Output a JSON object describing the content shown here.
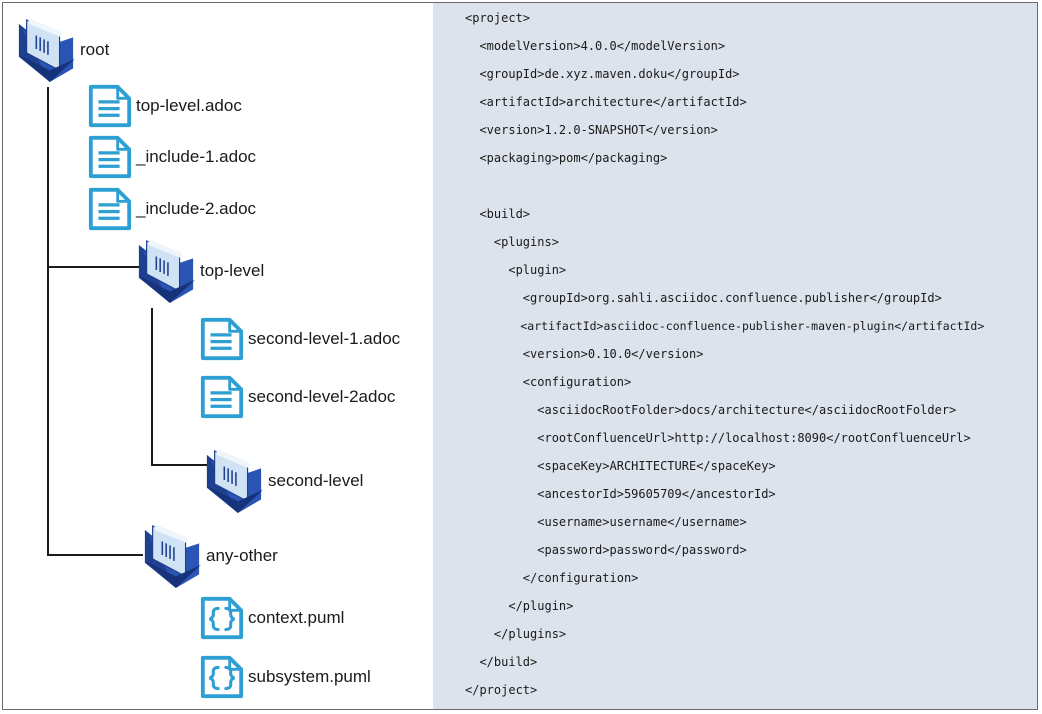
{
  "tree": {
    "root": "root",
    "files": {
      "top_level_adoc": "top-level.adoc",
      "include_1": "_include-1.adoc",
      "include_2": "_include-2.adoc",
      "second_level_1": "second-level-1.adoc",
      "second_level_2": "second-level-2adoc",
      "context_puml": "context.puml",
      "subsystem_puml": "subsystem.puml"
    },
    "folders": {
      "top_level": "top-level",
      "second_level": "second-level",
      "any_other": "any-other"
    }
  },
  "pom": {
    "lines": [
      "<project>",
      "  <modelVersion>4.0.0</modelVersion>",
      "  <groupId>de.xyz.maven.doku</groupId>",
      "  <artifactId>architecture</artifactId>",
      "  <version>1.2.0-SNAPSHOT</version>",
      "  <packaging>pom</packaging>",
      "",
      "  <build>",
      "    <plugins>",
      "      <plugin>",
      "        <groupId>org.sahli.asciidoc.confluence.publisher</groupId>",
      "        <artifactId>asciidoc-confluence-publisher-maven-plugin</artifactId>",
      "        <version>0.10.0</version>",
      "        <configuration>",
      "          <asciidocRootFolder>docs/architecture</asciidocRootFolder>",
      "          <rootConfluenceUrl>http://localhost:8090</rootConfluenceUrl>",
      "          <spaceKey>ARCHITECTURE</spaceKey>",
      "          <ancestorId>59605709</ancestorId>",
      "          <username>username</username>",
      "          <password>password</password>",
      "        </configuration>",
      "      </plugin>",
      "    </plugins>",
      "  </build>",
      "</project>"
    ]
  },
  "colors": {
    "folder_dark": "#1f3f8f",
    "folder_light": "#cfe3f5",
    "file_blue": "#2e9fd3",
    "code_bg": "#dde3ec",
    "line": "#1a1a1a"
  },
  "icons": {
    "folder": "folder-icon",
    "document": "document-icon",
    "code_file": "code-file-icon"
  }
}
